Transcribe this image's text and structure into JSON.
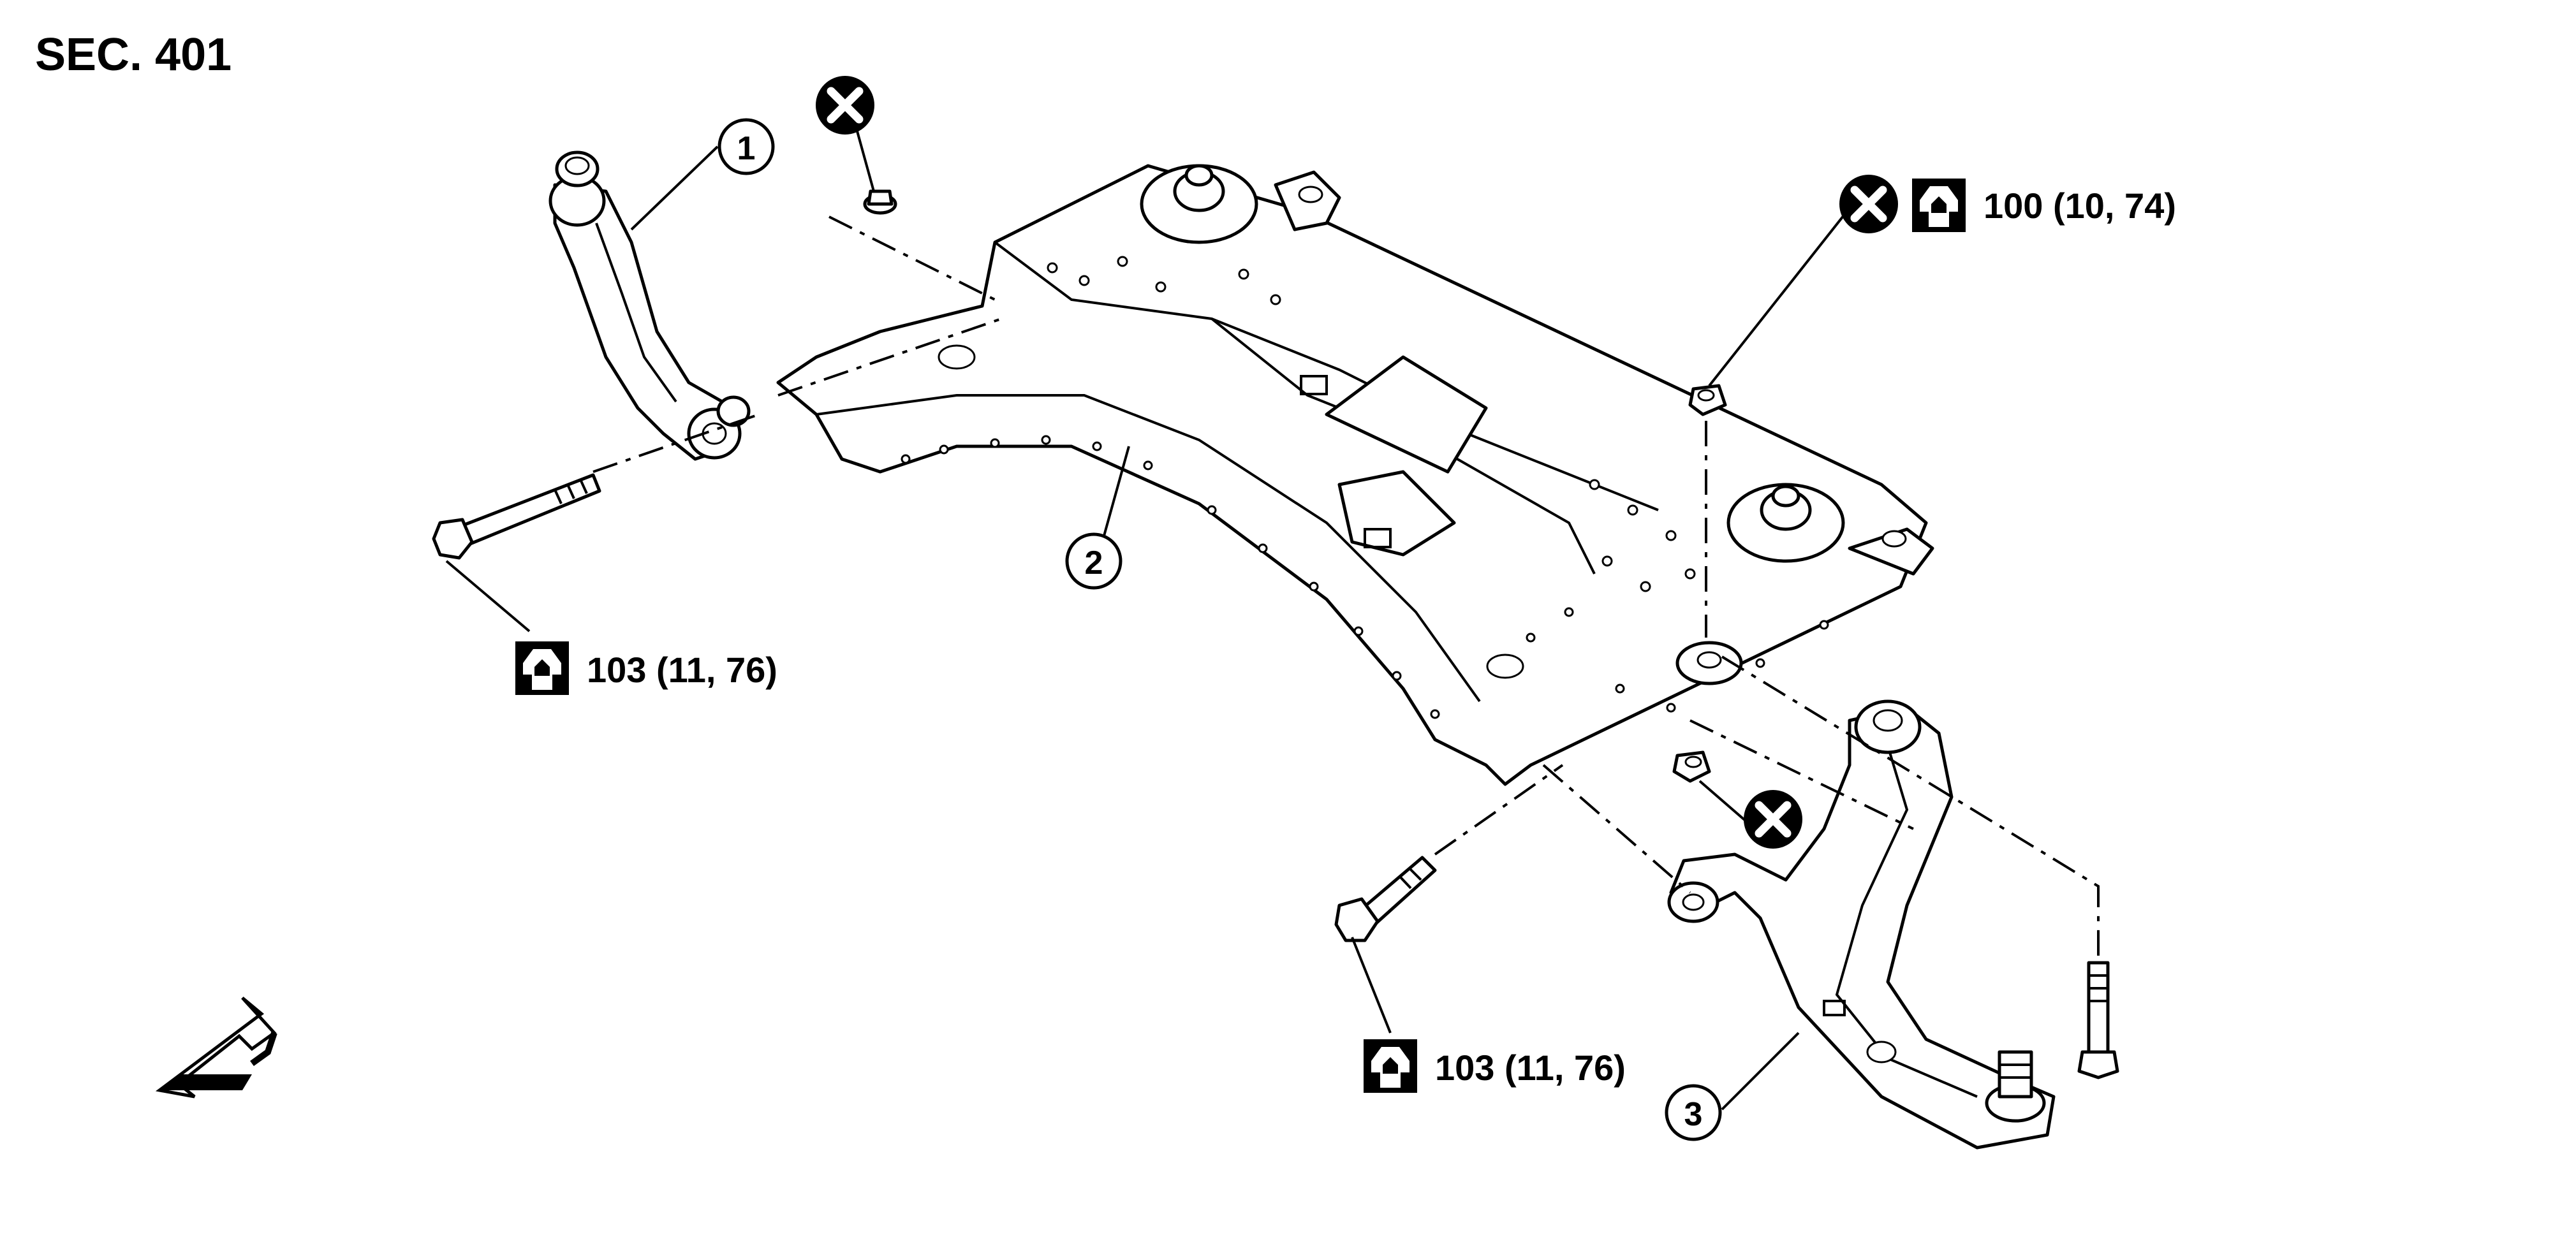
{
  "section_label": "SEC. 401",
  "callouts": [
    {
      "number": "1",
      "part": "transverse link (left)"
    },
    {
      "number": "2",
      "part": "front suspension member"
    },
    {
      "number": "3",
      "part": "transverse link (right)"
    }
  ],
  "torque_specs": [
    {
      "value": "103 (11, 76)",
      "icon": "wrench-icon"
    },
    {
      "value": "100 (10, 74)",
      "icon": "wrench-icon"
    },
    {
      "value": "103 (11, 76)",
      "icon": "wrench-icon"
    }
  ],
  "symbols": {
    "non_reusable": "do-not-reuse-icon",
    "tighten": "wrench-icon",
    "direction": "front-arrow-icon"
  }
}
